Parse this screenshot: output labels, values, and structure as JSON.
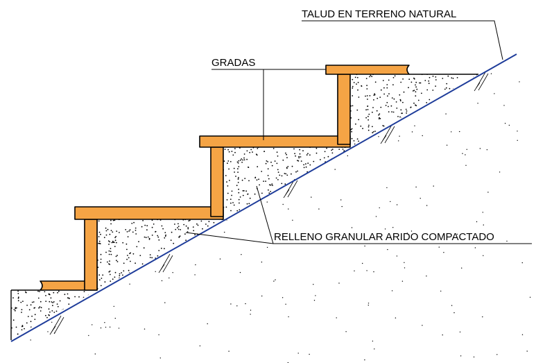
{
  "labels": {
    "slope": "TALUD EN TERRENO NATURAL",
    "steps": "GRADAS",
    "fill": "RELLENO GRANULAR ARIDO COMPACTADO"
  },
  "colors": {
    "step_fill": "#F5A445",
    "slope_line": "#1E3C9A",
    "outline": "#000000"
  }
}
